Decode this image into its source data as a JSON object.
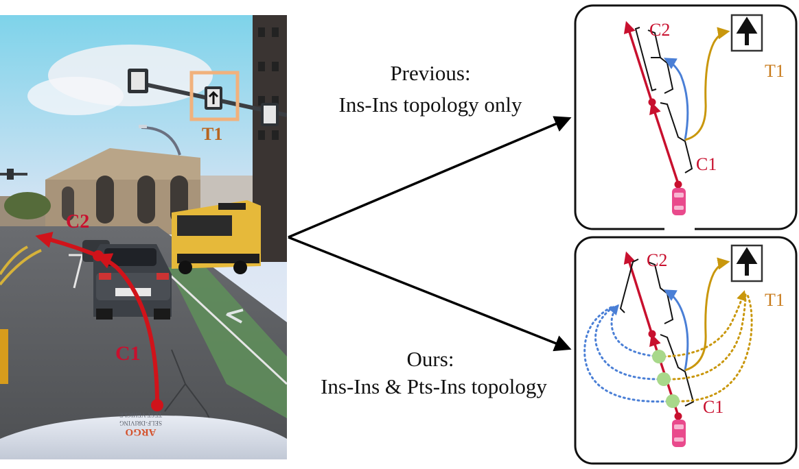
{
  "photo": {
    "label_t1": "T1",
    "label_c1": "C1",
    "label_c2": "C2",
    "vehicle_hood_text_1": "ARGO",
    "vehicle_hood_text_2": "SELF-DRIVING",
    "vehicle_hood_text_3": "TEST VEHICLE"
  },
  "captions": {
    "previous_line1": "Previous:",
    "previous_line2": "Ins-Ins topology only",
    "ours_line1": "Ours:",
    "ours_line2": "Ins-Ins & Pts-Ins topology"
  },
  "panel_top": {
    "label_c1": "C1",
    "label_c2": "C2",
    "label_t1": "T1"
  },
  "panel_bottom": {
    "label_c1": "C1",
    "label_c2": "C2",
    "label_t1": "T1"
  },
  "colors": {
    "lane_red": "#c8102e",
    "ins_blue": "#4a7fd6",
    "topo_gold": "#c9970c",
    "pts_green": "#a8d88a",
    "label_orange": "#c87a1a",
    "car_pink": "#e94a8c"
  }
}
